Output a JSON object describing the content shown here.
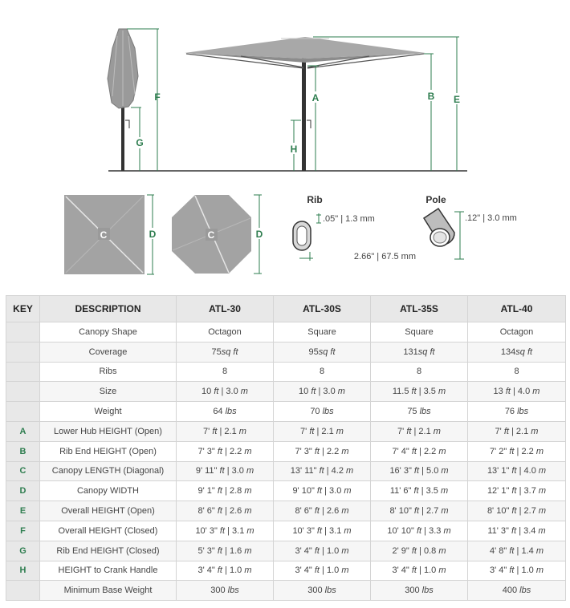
{
  "colors": {
    "accent": "#2e7d4f",
    "canopy": "#a8a8a8",
    "pole": "#333333",
    "header_bg": "#e8e8e8"
  },
  "diagram": {
    "dims": {
      "a": "A",
      "b": "B",
      "c": "C",
      "d": "D",
      "e": "E",
      "f": "F",
      "g": "G",
      "h": "H"
    },
    "rib": {
      "title": "Rib",
      "thickness": ".05\" | 1.3 mm",
      "depth": "2.66\" | 67.5 mm"
    },
    "pole": {
      "title": "Pole",
      "thickness": ".12\" | 3.0 mm"
    }
  },
  "table": {
    "headers": [
      "KEY",
      "DESCRIPTION",
      "ATL-30",
      "ATL-30S",
      "ATL-35S",
      "ATL-40"
    ],
    "rows": [
      {
        "key": "",
        "desc": "Canopy Shape",
        "vals": [
          [
            "Octagon",
            ""
          ],
          [
            "Square",
            ""
          ],
          [
            "Square",
            ""
          ],
          [
            "Octagon",
            ""
          ]
        ]
      },
      {
        "key": "",
        "desc": "Coverage",
        "vals": [
          [
            "75",
            "sq ft"
          ],
          [
            "95",
            "sq ft"
          ],
          [
            "131",
            "sq ft"
          ],
          [
            "134",
            "sq ft"
          ]
        ]
      },
      {
        "key": "",
        "desc": "Ribs",
        "vals": [
          [
            "8",
            ""
          ],
          [
            "8",
            ""
          ],
          [
            "8",
            ""
          ],
          [
            "8",
            ""
          ]
        ]
      },
      {
        "key": "",
        "desc": "Size",
        "vals": [
          [
            "10 ",
            "ft",
            " | 3.0 ",
            "m"
          ],
          [
            "10 ",
            "ft",
            " | 3.0 ",
            "m"
          ],
          [
            "11.5 ",
            "ft",
            " | 3.5 ",
            "m"
          ],
          [
            "13 ",
            "ft",
            " | 4.0 ",
            "m"
          ]
        ]
      },
      {
        "key": "",
        "desc": "Weight",
        "vals": [
          [
            "64 ",
            "lbs"
          ],
          [
            "70 ",
            "lbs"
          ],
          [
            "75 ",
            "lbs"
          ],
          [
            "76 ",
            "lbs"
          ]
        ]
      },
      {
        "key": "A",
        "desc": "Lower Hub HEIGHT (Open)",
        "vals": [
          [
            "7' ",
            "ft",
            " | 2.1 ",
            "m"
          ],
          [
            "7' ",
            "ft",
            " | 2.1 ",
            "m"
          ],
          [
            "7' ",
            "ft",
            " | 2.1 ",
            "m"
          ],
          [
            "7' ",
            "ft",
            " | 2.1 ",
            "m"
          ]
        ]
      },
      {
        "key": "B",
        "desc": "Rib End HEIGHT (Open)",
        "vals": [
          [
            "7' 3\" ",
            "ft",
            " | 2.2 ",
            "m"
          ],
          [
            "7' 3\" ",
            "ft",
            " | 2.2 ",
            "m"
          ],
          [
            "7' 4\" ",
            "ft",
            " | 2.2 ",
            "m"
          ],
          [
            "7' 2\" ",
            "ft",
            " | 2.2 ",
            "m"
          ]
        ]
      },
      {
        "key": "C",
        "desc": "Canopy LENGTH (Diagonal)",
        "vals": [
          [
            "9' 11\" ",
            "ft",
            " | 3.0 ",
            "m"
          ],
          [
            "13' 11\" ",
            "ft",
            " | 4.2 ",
            "m"
          ],
          [
            "16' 3\" ",
            "ft",
            " | 5.0 ",
            "m"
          ],
          [
            "13' 1\" ",
            "ft",
            " | 4.0 ",
            "m"
          ]
        ]
      },
      {
        "key": "D",
        "desc": "Canopy WIDTH",
        "vals": [
          [
            "9' 1\" ",
            "ft",
            " | 2.8 ",
            "m"
          ],
          [
            "9' 10\" ",
            "ft",
            " | 3.0 ",
            "m"
          ],
          [
            "11' 6\" ",
            "ft",
            " | 3.5 ",
            "m"
          ],
          [
            "12' 1\" ",
            "ft",
            " | 3.7 ",
            "m"
          ]
        ]
      },
      {
        "key": "E",
        "desc": "Overall HEIGHT (Open)",
        "vals": [
          [
            "8' 6\" ",
            "ft",
            " | 2.6 ",
            "m"
          ],
          [
            "8' 6\" ",
            "ft",
            " | 2.6 ",
            "m"
          ],
          [
            "8' 10\" ",
            "ft",
            " | 2.7 ",
            "m"
          ],
          [
            "8' 10\" ",
            "ft",
            " | 2.7 ",
            "m"
          ]
        ]
      },
      {
        "key": "F",
        "desc": "Overall HEIGHT (Closed)",
        "vals": [
          [
            "10' 3\" ",
            "ft",
            " | 3.1 ",
            "m"
          ],
          [
            "10' 3\" ",
            "ft",
            " | 3.1 ",
            "m"
          ],
          [
            "10' 10\" ",
            "ft",
            " | 3.3 ",
            "m"
          ],
          [
            "11' 3\" ",
            "ft",
            " | 3.4 ",
            "m"
          ]
        ]
      },
      {
        "key": "G",
        "desc": "Rib End HEIGHT (Closed)",
        "vals": [
          [
            "5' 3\" ",
            "ft",
            " | 1.6 ",
            "m"
          ],
          [
            "3' 4\" ",
            "ft",
            " | 1.0 ",
            "m"
          ],
          [
            "2' 9\" ",
            "ft",
            " | 0.8 ",
            "m"
          ],
          [
            "4' 8\" ",
            "ft",
            " | 1.4 ",
            "m"
          ]
        ]
      },
      {
        "key": "H",
        "desc": "HEIGHT to Crank Handle",
        "vals": [
          [
            "3' 4\" ",
            "ft",
            " | 1.0 ",
            "m"
          ],
          [
            "3' 4\" ",
            "ft",
            " | 1.0 ",
            "m"
          ],
          [
            "3' 4\" ",
            "ft",
            " | 1.0 ",
            "m"
          ],
          [
            "3' 4\" ",
            "ft",
            " | 1.0 ",
            "m"
          ]
        ]
      },
      {
        "key": "",
        "desc": "Minimum Base Weight",
        "vals": [
          [
            "300 ",
            "lbs"
          ],
          [
            "300 ",
            "lbs"
          ],
          [
            "300 ",
            "lbs"
          ],
          [
            "400 ",
            "lbs"
          ]
        ]
      }
    ]
  }
}
